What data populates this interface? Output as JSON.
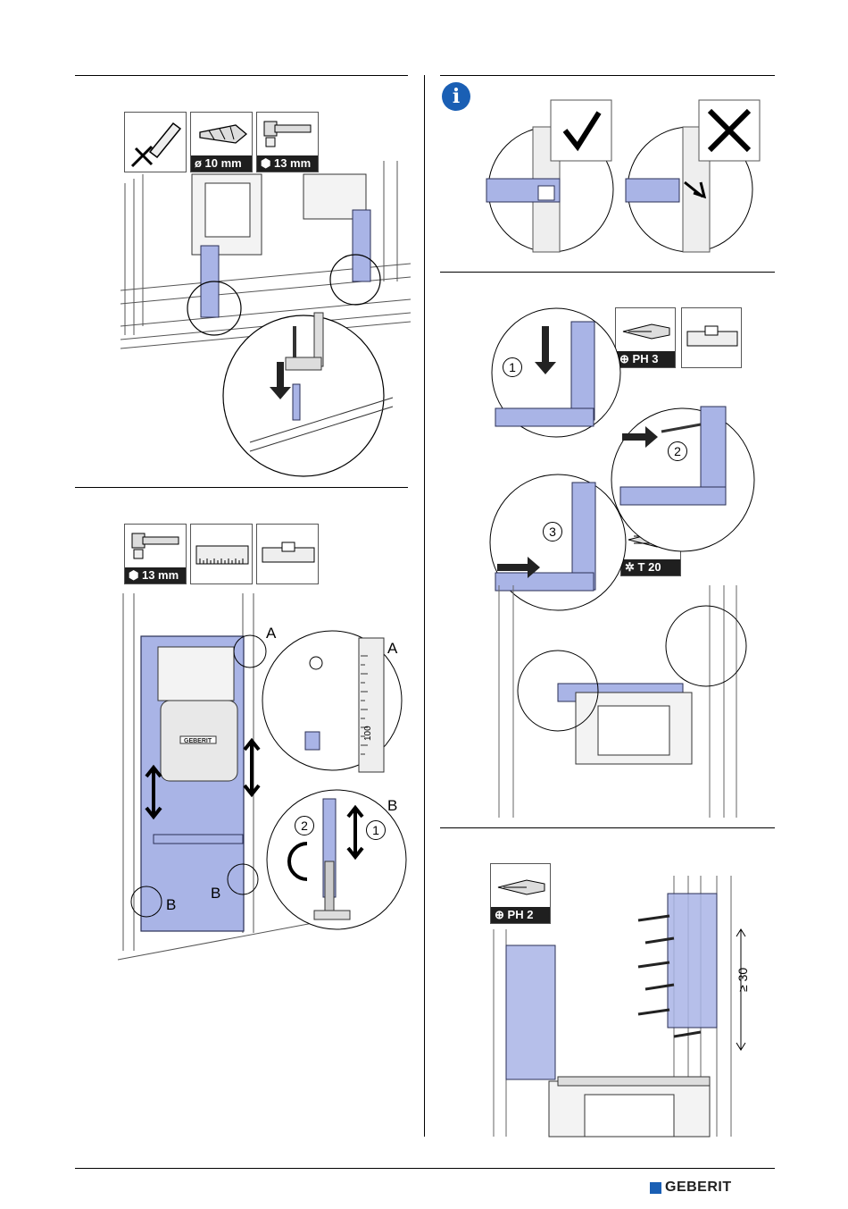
{
  "tools": {
    "drill_size": "ø 10 mm",
    "wrench_size_1": "13 mm",
    "wrench_size_2": "13 mm",
    "ph3": "PH 3",
    "t20": "T 20",
    "ph2": "PH 2"
  },
  "callouts": {
    "a1": "A",
    "a2": "A",
    "b1": "B",
    "b2": "B",
    "b3": "B",
    "step1": "1",
    "step2": "2",
    "step3": "3",
    "rot1": "1",
    "rot2": "2"
  },
  "measures": {
    "scale_mark": "100",
    "min_distance": "≥ 30"
  },
  "brand": {
    "name": "GEBERIT",
    "panel_logo": "GEBERIT",
    "color": "#1a5fb4"
  },
  "colors": {
    "frame_blue": "#a9b4e6",
    "frame_outline": "#2a2f55",
    "info_blue": "#1a5fb4"
  }
}
